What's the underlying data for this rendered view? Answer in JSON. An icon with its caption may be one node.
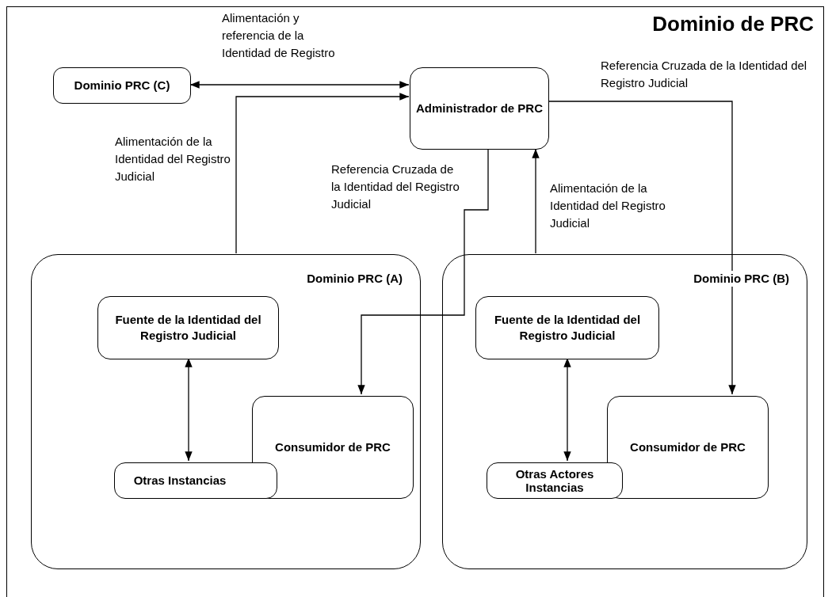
{
  "diagram": {
    "nodes": [
      {
        "text": [
          "Dominio de PRC"
        ]
      },
      {
        "text": [
          "Dominio PRC (C)"
        ],
        "in": 0
      },
      {
        "text": [
          "Administrador de PRC"
        ],
        "in": 0
      },
      {
        "text": [
          "Dominio PRC (A)"
        ],
        "in": 0
      },
      {
        "text": [
          "Fuente de la Identidad del Registro Judicial"
        ],
        "in": 3
      },
      {
        "text": [
          "Consumidor de PRC"
        ],
        "in": 3
      },
      {
        "text": [
          "Otras Instancias"
        ],
        "in": 3
      },
      {
        "text": [
          "Dominio PRC (B)"
        ],
        "in": 0
      },
      {
        "text": [
          "Fuente de la Identidad del Registro Judicial"
        ],
        "in": 7
      },
      {
        "text": [
          "Consumidor de PRC"
        ],
        "in": 7
      },
      {
        "text": [
          "Otras Actores Instancias"
        ],
        "in": 7
      }
    ],
    "edges": [
      {
        "from": 1,
        "to": 2,
        "arrow": "both",
        "label": "Alimentación y referencia de la Identidad de Registro"
      },
      {
        "from": 3,
        "to": 2,
        "arrow": "to",
        "label": "Alimentación de la Identidad del Registro Judicial"
      },
      {
        "from": 2,
        "to": 5,
        "arrow": "to",
        "label": "Referencia Cruzada de la Identidad del Registro Judicial"
      },
      {
        "from": 7,
        "to": 2,
        "arrow": "to",
        "label": "Alimentación de la Identidad del Registro Judicial"
      },
      {
        "from": 2,
        "to": 9,
        "arrow": "to",
        "label": "Referencia Cruzada de la Identidad del Registro Judicial"
      },
      {
        "from": 4,
        "to": 6,
        "arrow": "both"
      },
      {
        "from": 8,
        "to": 10,
        "arrow": "both"
      }
    ]
  }
}
